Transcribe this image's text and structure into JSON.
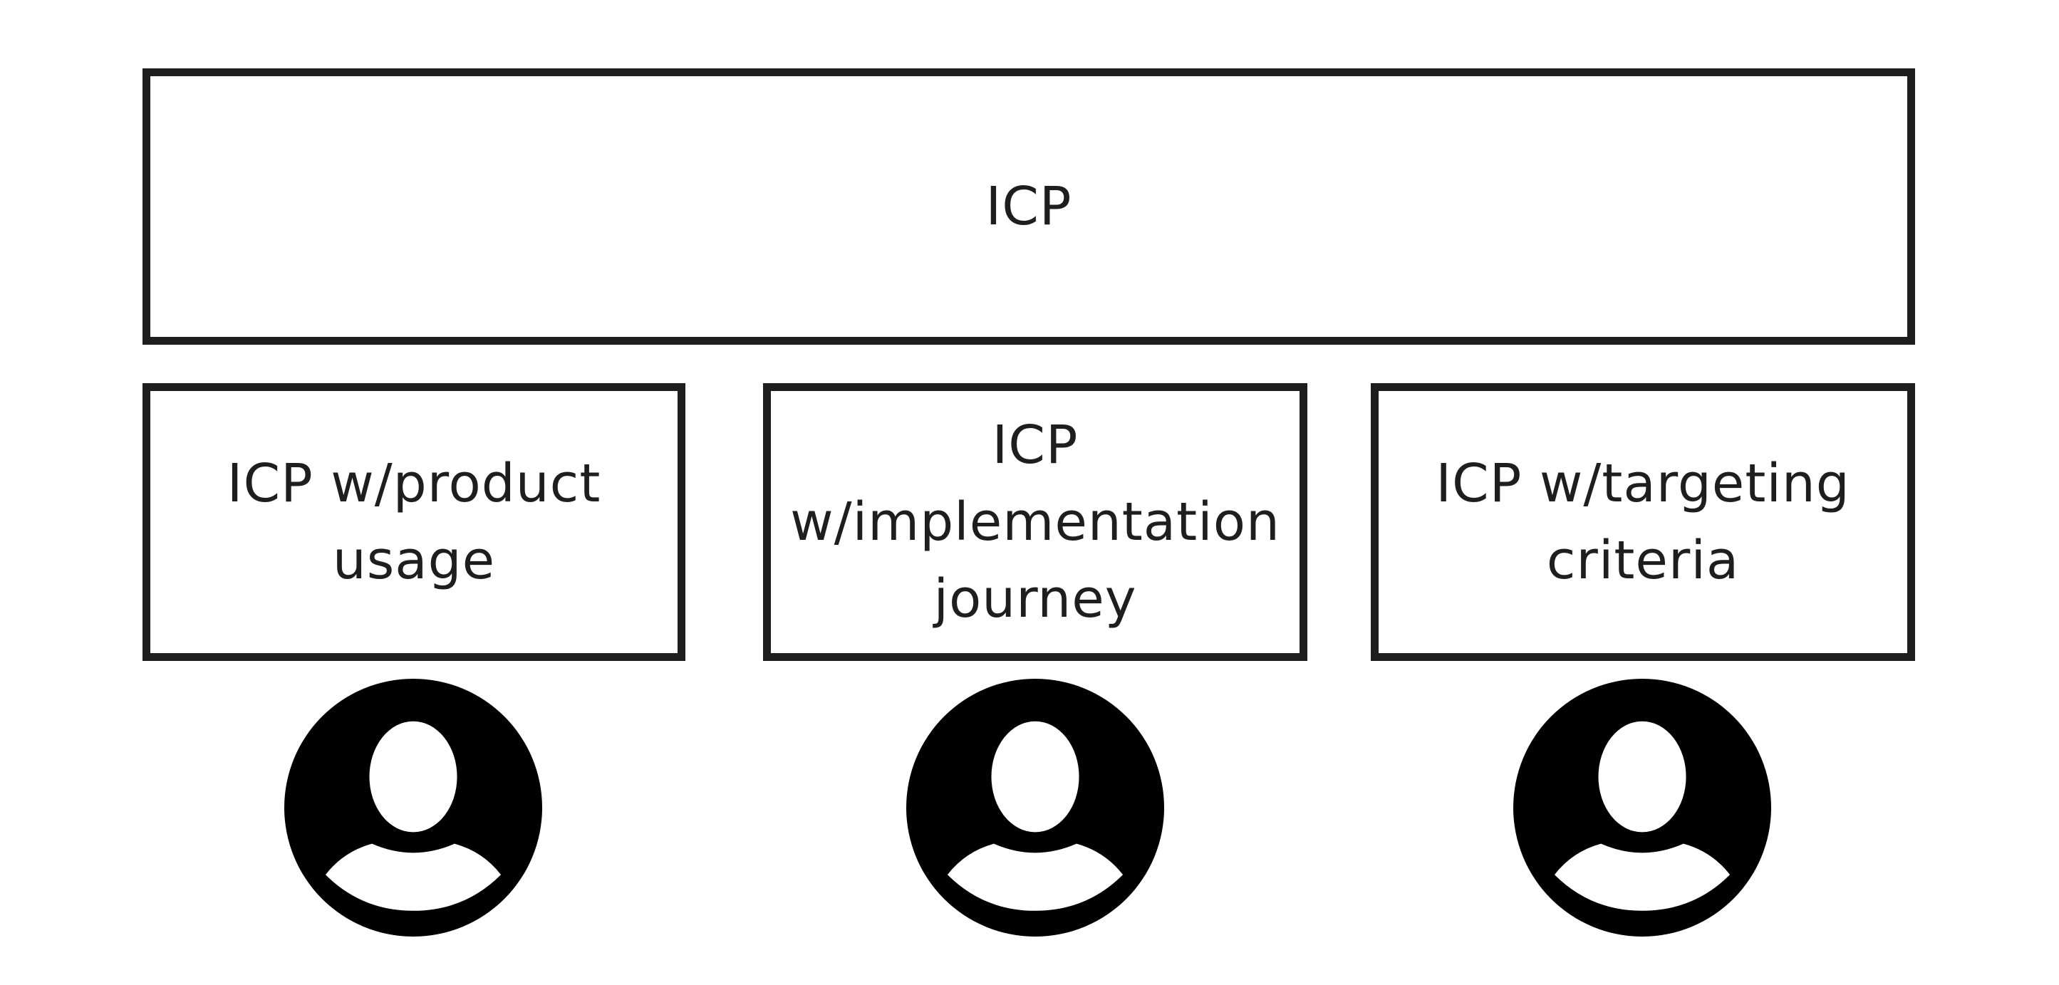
{
  "diagram": {
    "top": {
      "label": "ICP"
    },
    "segments": [
      {
        "label": "ICP w/product\nusage",
        "icon": "user-avatar-icon"
      },
      {
        "label": "ICP\nw/implementation\njourney",
        "icon": "user-avatar-icon"
      },
      {
        "label": "ICP w/targeting\ncriteria",
        "icon": "user-avatar-icon"
      }
    ]
  },
  "colors": {
    "stroke": "#1e1e1e",
    "avatar_fill": "#000000",
    "background": "#ffffff"
  }
}
